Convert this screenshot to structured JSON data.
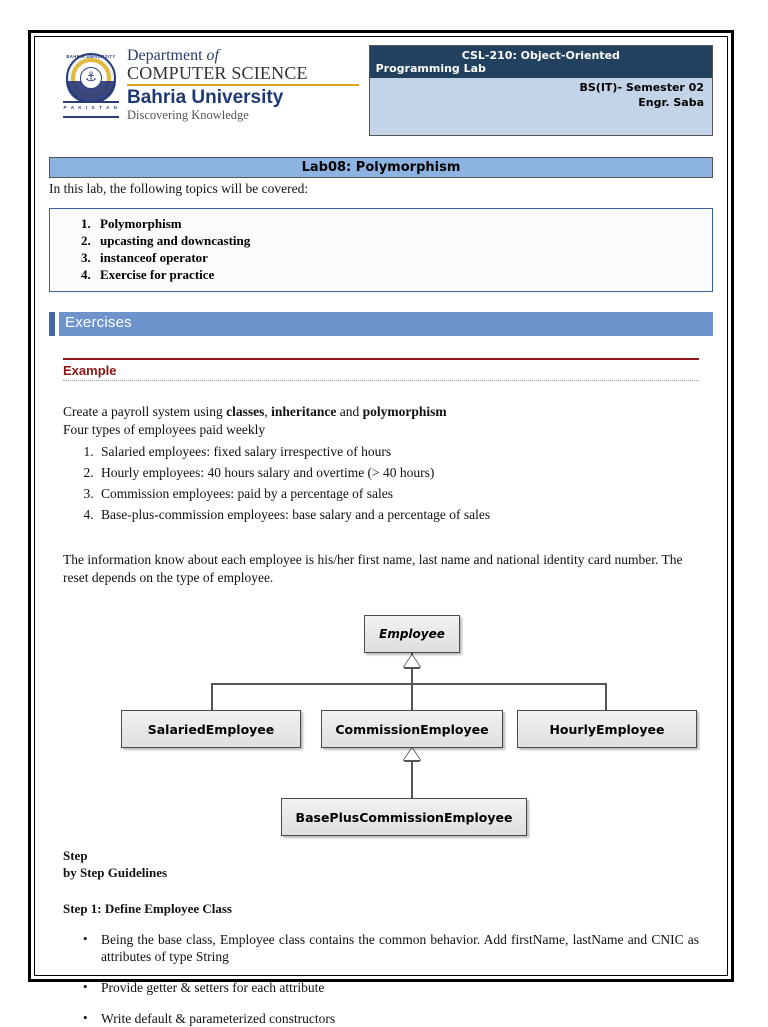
{
  "header": {
    "logo": {
      "seal_top_text": "BAHRIA UNIVERSITY",
      "seal_banner_text": "P A K I S T A N",
      "seal_symbol": "⚓",
      "line1_a": "Department ",
      "line1_b": "of",
      "line2": "COMPUTER SCIENCE",
      "line3": "Bahria University",
      "line4": "Discovering Knowledge"
    },
    "course_box": {
      "title_line1": "CSL-210: Object-Oriented",
      "title_line2": "Programming Lab",
      "semester": "BS(IT)- Semester 02",
      "instructor": "Engr. Saba"
    }
  },
  "lab": {
    "title": "Lab08: Polymorphism",
    "intro": "In this lab, the following topics will be covered:",
    "topics": [
      "Polymorphism",
      "upcasting and downcasting",
      "instanceof operator",
      "Exercise for practice"
    ]
  },
  "exercises": {
    "section_label": "Exercises",
    "example_label": "Example"
  },
  "example": {
    "line1_a": "Create a payroll system using ",
    "line1_b": "classes",
    "line1_c": ", ",
    "line1_d": "inheritance",
    "line1_e": " and ",
    "line1_f": "polymorphism",
    "line2": "Four types of employees paid weekly",
    "employee_types": [
      "Salaried employees: fixed salary irrespective of hours",
      "Hourly employees:  40 hours salary and overtime (> 40 hours)",
      "Commission employees: paid by a percentage of sales",
      "Base-plus-commission employees: base salary and a percentage of sales"
    ],
    "paragraph": "The information know about each employee is his/her first name, last name and national identity card number. The reset depends on the type of employee."
  },
  "uml": {
    "type": "class-hierarchy",
    "classes": [
      {
        "id": "employee",
        "name": "Employee",
        "abstract": true
      },
      {
        "id": "salaried",
        "name": "SalariedEmployee",
        "abstract": false
      },
      {
        "id": "commission",
        "name": "CommissionEmployee",
        "abstract": false
      },
      {
        "id": "hourly",
        "name": "HourlyEmployee",
        "abstract": false
      },
      {
        "id": "bpc",
        "name": "BasePlusCommissionEmployee",
        "abstract": false
      }
    ],
    "inheritance": [
      {
        "child": "salaried",
        "parent": "employee"
      },
      {
        "child": "commission",
        "parent": "employee"
      },
      {
        "child": "hourly",
        "parent": "employee"
      },
      {
        "child": "bpc",
        "parent": "commission"
      }
    ]
  },
  "guidelines": {
    "heading_line1": "Step",
    "heading_line2": "by Step Guidelines",
    "step1_title": "Step 1: Define Employee Class",
    "bullets": [
      "Being the base class, Employee class contains the common behavior. Add  firstName, lastName and CNIC  as attributes of type String",
      "Provide getter & setters for each attribute",
      "Write default & parameterized constructors"
    ]
  },
  "colors": {
    "header_title_bg": "#22415f",
    "header_body_bg": "#c3d4e8",
    "lab_bar_bg": "#8db3e2",
    "exercises_bar_bg": "#6f94cd",
    "exercises_tab_bg": "#4268a8",
    "example_red": "#8c1616",
    "topic_border": "#3a5fa0",
    "uni_navy": "#1f3a72",
    "uni_gold": "#e0a020"
  }
}
